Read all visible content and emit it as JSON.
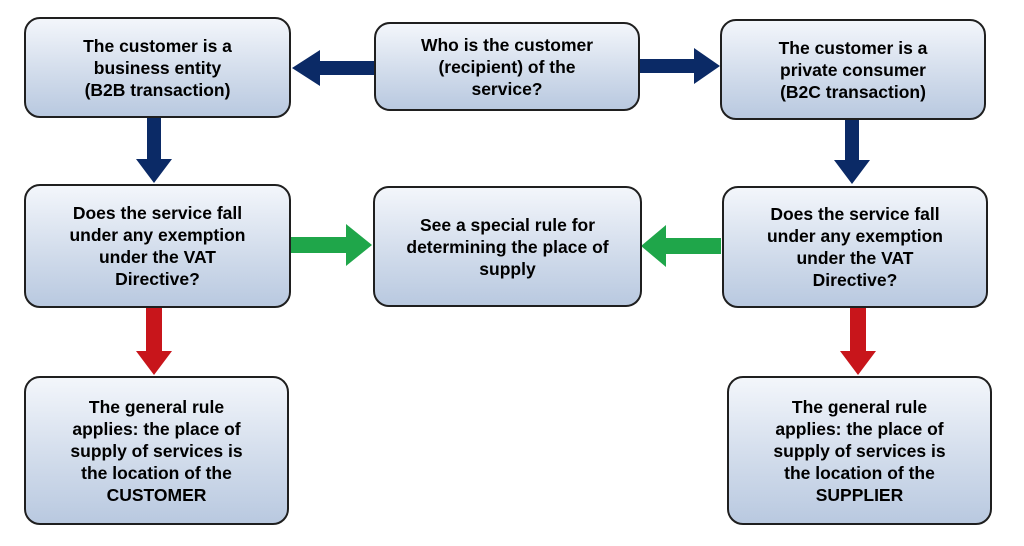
{
  "nodes": {
    "question": {
      "lines": [
        "Who is the customer",
        "(recipient) of the",
        "service?"
      ]
    },
    "b2b": {
      "lines": [
        "The customer is a",
        "business entity",
        "(B2B transaction)"
      ]
    },
    "b2c": {
      "lines": [
        "The customer is a",
        "private consumer",
        "(B2C transaction)"
      ]
    },
    "exemption_left": {
      "lines": [
        "Does the service fall",
        "under any exemption",
        "under the VAT",
        "Directive?"
      ]
    },
    "exemption_right": {
      "lines": [
        "Does the service fall",
        "under any exemption",
        "under the VAT",
        "Directive?"
      ]
    },
    "special_rule": {
      "lines": [
        "See a special rule for",
        "determining the place of",
        "supply"
      ]
    },
    "general_customer": {
      "lines": [
        "The general rule",
        "applies: the place of",
        "supply of services is",
        "the location of the",
        "CUSTOMER"
      ]
    },
    "general_supplier": {
      "lines": [
        "The general rule",
        "applies: the place of",
        "supply of services is",
        "the location of the",
        "SUPPLIER"
      ]
    }
  },
  "colors": {
    "navy_arrow": "#0b2a66",
    "green_arrow": "#1fa64a",
    "red_arrow": "#c8151b"
  }
}
